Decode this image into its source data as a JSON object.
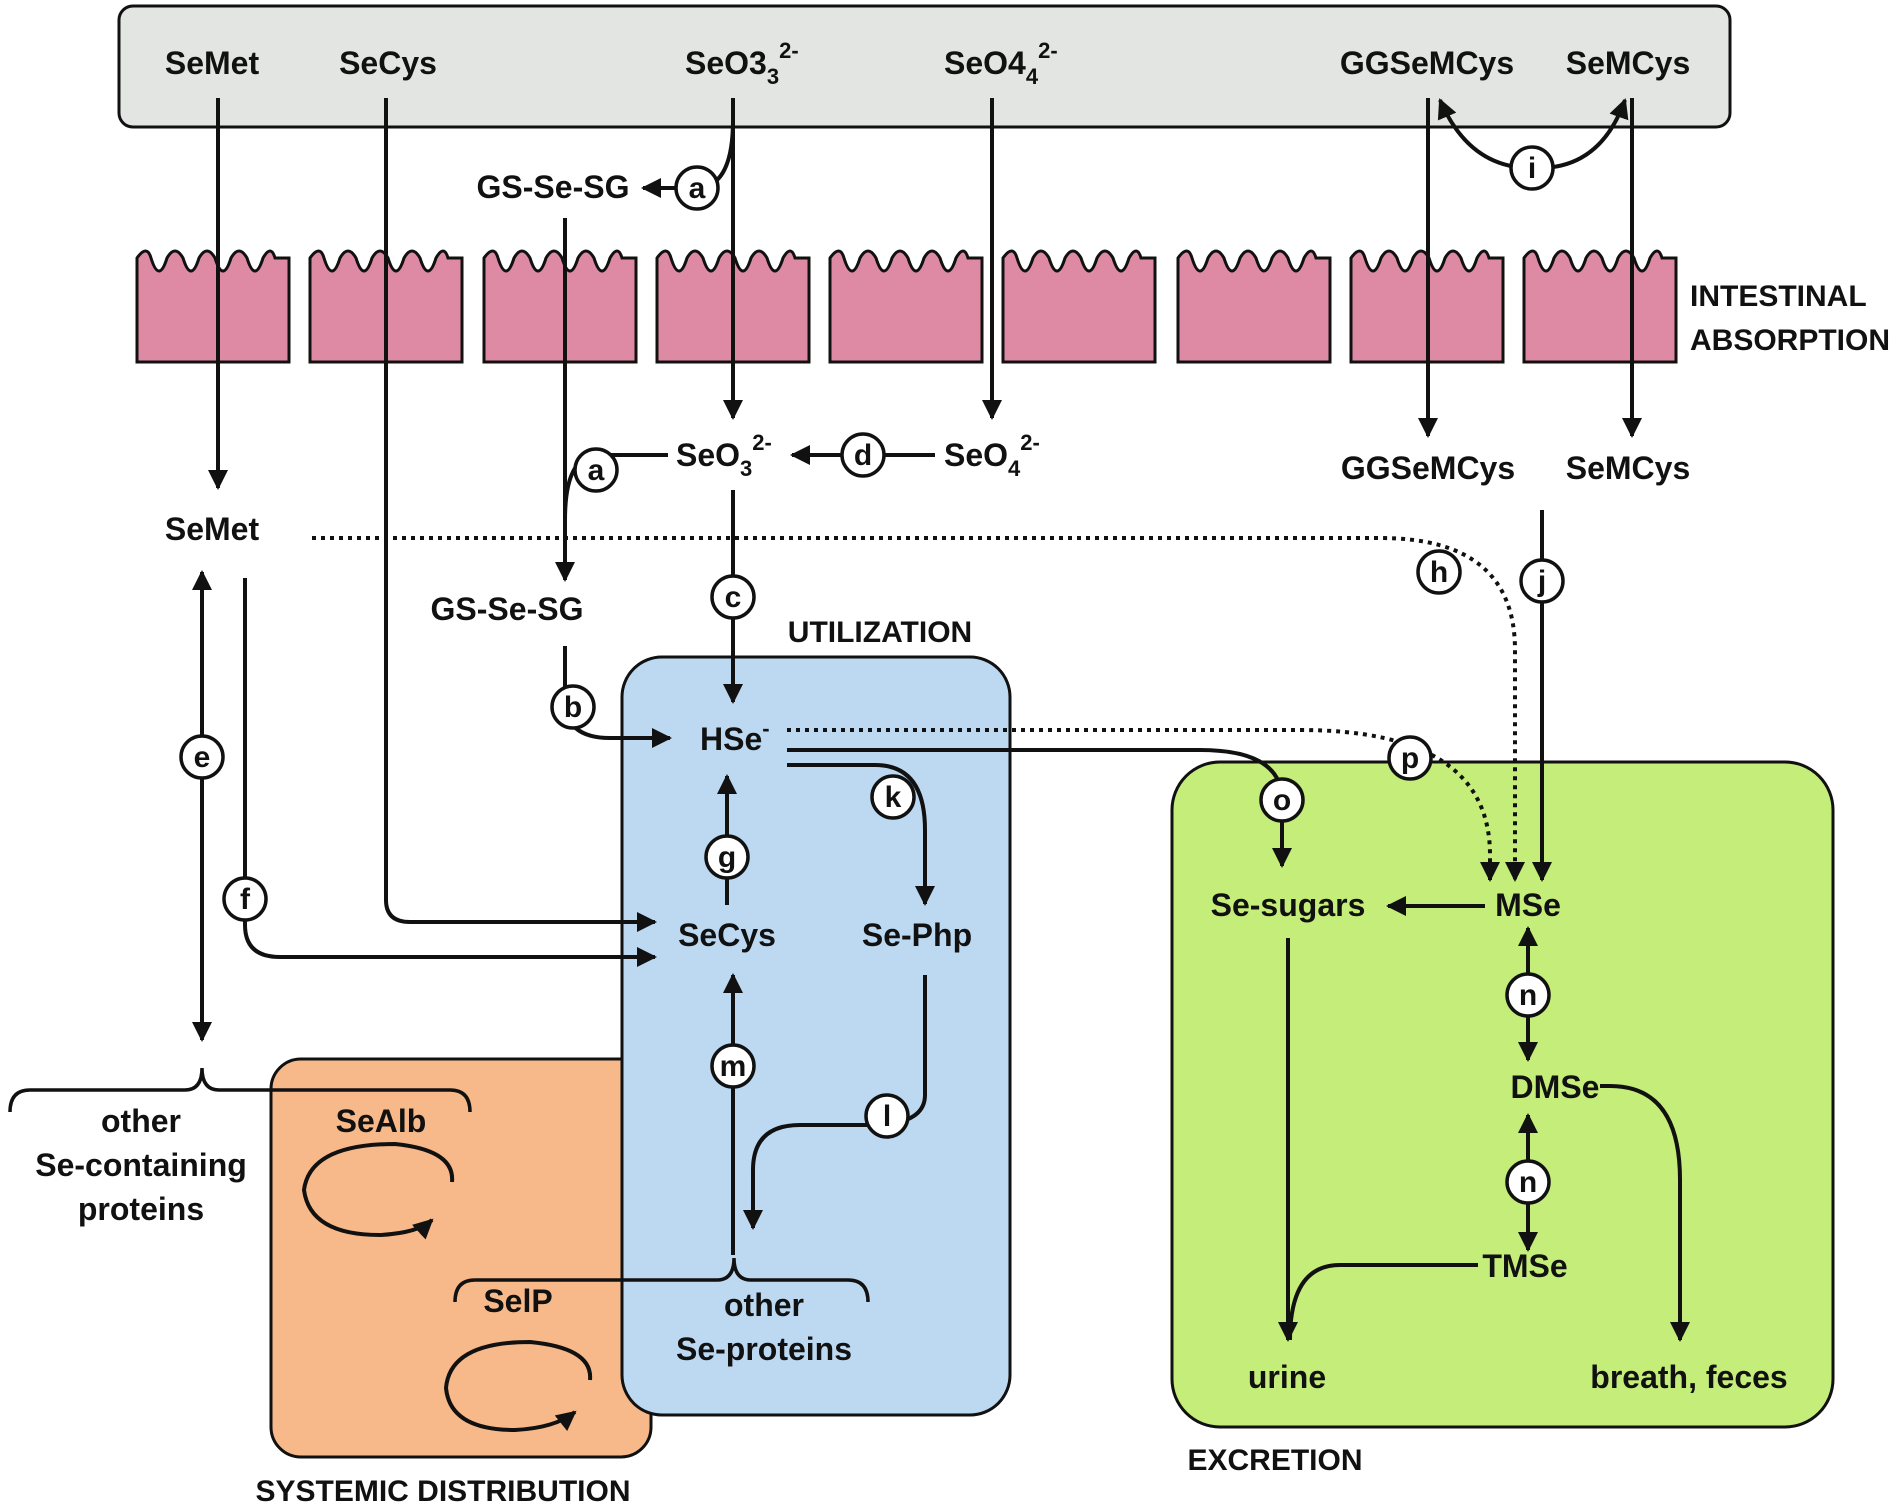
{
  "lumen": {
    "species": [
      "SeMet",
      "SeCys",
      "SeO3",
      "SeO4",
      "GGSeMCys",
      "SeMCys"
    ],
    "charges": {
      "SeO3": "2-",
      "SeO4": "2-"
    },
    "sub_3": "3",
    "sub_4": "4"
  },
  "section_labels": {
    "intestinal_line1": "INTESTINAL",
    "intestinal_line2": "ABSORPTION",
    "utilization": "UTILIZATION",
    "systemic": "SYSTEMIC DISTRIBUTION",
    "excretion": "EXCRETION"
  },
  "metabolites": {
    "gs_se_sg_top": "GS-Se-SG",
    "seo3_mid": "SeO",
    "seo4_mid": "SeO",
    "ggsemcys_mid": "GGSeMCys",
    "semcys_mid": "SeMCys",
    "semet_mid": "SeMet",
    "gs_se_sg_mid": "GS-Se-SG",
    "hse": "HSe",
    "hse_charge": "-",
    "secys": "SeCys",
    "se_php": "Se-Php",
    "other_se_proteins_1": "other",
    "other_se_proteins_2": "Se-proteins",
    "other_secontaining_1": "other",
    "other_secontaining_2": "Se-containing",
    "other_secontaining_3": "proteins",
    "sealb": "SeAlb",
    "selp": "SelP",
    "se_sugars": "Se-sugars",
    "mse": "MSe",
    "dmse": "DMSe",
    "tmse": "TMSe",
    "urine": "urine",
    "breath_feces": "breath, feces"
  },
  "reactions": [
    "a",
    "a",
    "b",
    "c",
    "d",
    "e",
    "f",
    "g",
    "h",
    "i",
    "j",
    "k",
    "l",
    "m",
    "n",
    "n",
    "o",
    "p"
  ],
  "colors": {
    "lumen_fill": "#e3e5e2",
    "villi_fill": "#de8aa4",
    "utilization_fill": "#bcd9f1",
    "systemic_fill": "#f7b98a",
    "excretion_fill": "#c5ed7a"
  }
}
